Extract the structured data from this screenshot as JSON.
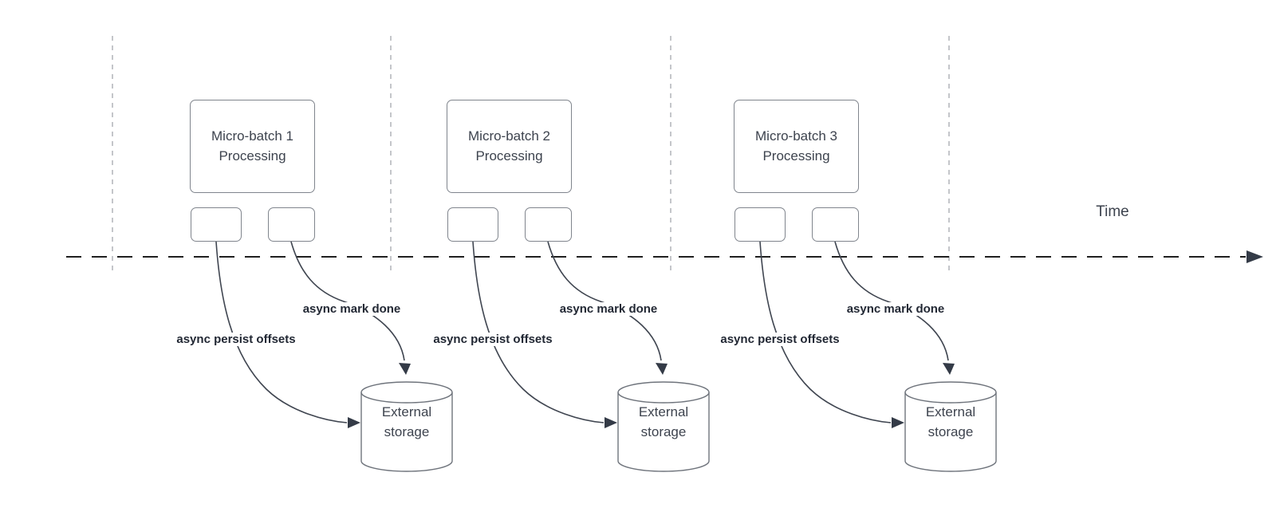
{
  "diagram": {
    "time_label": "Time",
    "sections": [
      {
        "title_line1": "Micro-batch 1",
        "title_line2": "Processing",
        "persist_label": "async persist offsets",
        "done_label": "async mark done",
        "storage_line1": "External",
        "storage_line2": "storage"
      },
      {
        "title_line1": "Micro-batch 2",
        "title_line2": "Processing",
        "persist_label": "async persist offsets",
        "done_label": "async mark done",
        "storage_line1": "External",
        "storage_line2": "storage"
      },
      {
        "title_line1": "Micro-batch 3",
        "title_line2": "Processing",
        "persist_label": "async persist offsets",
        "done_label": "async mark done",
        "storage_line1": "External",
        "storage_line2": "storage"
      }
    ],
    "colors": {
      "arrow_stroke": "#3f4550",
      "arrowhead_fill": "#343b47",
      "timeline_stroke": "#1f1f1f",
      "gridline_stroke": "#b0b3b8",
      "shape_border": "#80858d",
      "shape_text": "#3d434e",
      "flow_label_text": "#222834",
      "background": "#ffffff"
    }
  }
}
